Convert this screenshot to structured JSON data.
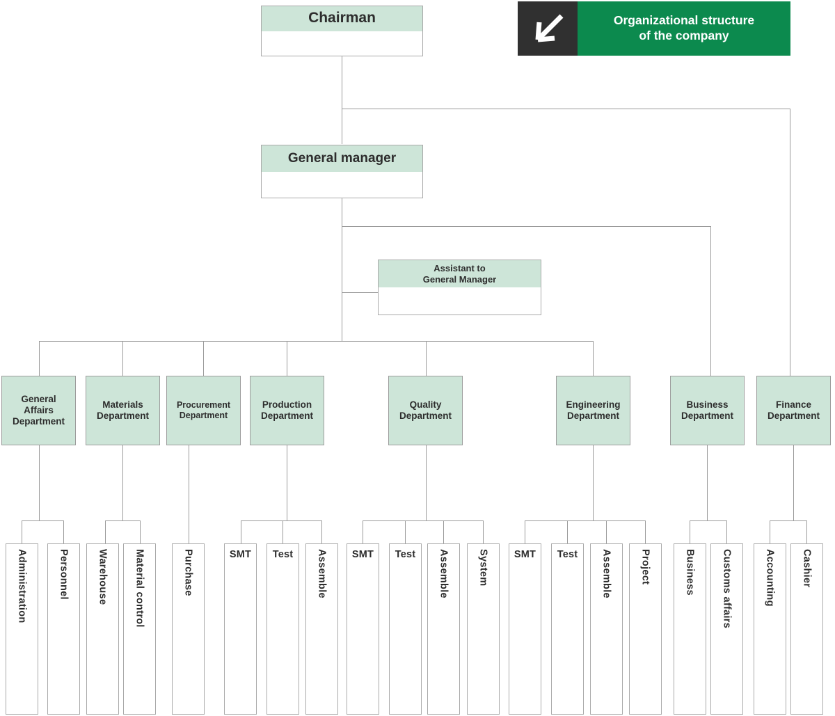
{
  "header": {
    "icon": "arrow-down-left-icon",
    "title_line1": "Organizational structure",
    "title_line2": "of the company",
    "icon_bg": "#303030",
    "banner_bg": "#0c8a4e",
    "text_color": "#ffffff"
  },
  "theme": {
    "node_fill": "#cde5d8",
    "node_border": "#a9a9a9",
    "line_color": "#9a9a9a",
    "text_color": "#2d2d2d",
    "page_bg": "#ffffff"
  },
  "nodes": {
    "chairman": "Chairman",
    "general_manager": "General manager",
    "assistant": "Assistant to\nGeneral Manager",
    "assistant_line1": "Assistant to",
    "assistant_line2": "General Manager"
  },
  "departments": [
    {
      "id": "general-affairs",
      "line1": "General",
      "line2": "Affairs",
      "line3": "Department"
    },
    {
      "id": "materials",
      "line1": "Materials",
      "line2": "Department",
      "line3": ""
    },
    {
      "id": "procurement",
      "line1": "Procurement",
      "line2": "Department",
      "line3": ""
    },
    {
      "id": "production",
      "line1": "Production",
      "line2": "Department",
      "line3": ""
    },
    {
      "id": "quality",
      "line1": "Quality",
      "line2": "Department",
      "line3": ""
    },
    {
      "id": "engineering",
      "line1": "Engineering",
      "line2": "Department",
      "line3": ""
    },
    {
      "id": "business",
      "line1": "Business",
      "line2": "Department",
      "line3": ""
    },
    {
      "id": "finance",
      "line1": "Finance",
      "line2": "Department",
      "line3": ""
    }
  ],
  "leaves": {
    "general_affairs": [
      "Administration",
      "Personnel"
    ],
    "materials": [
      "Warehouse",
      "Material control"
    ],
    "procurement": [
      "Purchase"
    ],
    "production": [
      "SMT",
      "Test",
      "Assemble"
    ],
    "quality": [
      "SMT",
      "Test",
      "Assemble",
      "System"
    ],
    "engineering": [
      "SMT",
      "Test",
      "Assemble",
      "Project"
    ],
    "business": [
      "Business",
      "Customs affairs"
    ],
    "finance": [
      "Accounting",
      "Cashier"
    ]
  },
  "hierarchy": {
    "root": "Chairman",
    "level2": [
      "General manager",
      "Finance Department"
    ],
    "level3": [
      "Assistant to General Manager",
      "Business Department",
      "General Affairs Department",
      "Materials Department",
      "Procurement Department",
      "Production Department",
      "Quality Department",
      "Engineering Department"
    ]
  }
}
